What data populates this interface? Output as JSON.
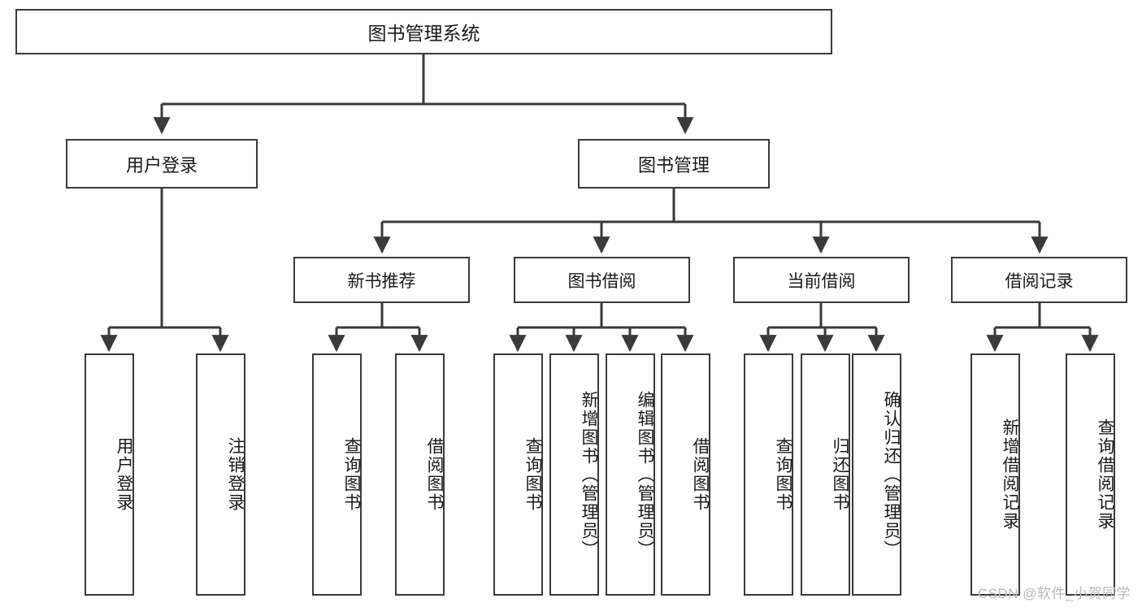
{
  "diagram": {
    "title": "图书管理系统",
    "type": "tree-hierarchy-chart",
    "watermark": "CSDN @软件_小贺同学",
    "colors": {
      "box_border": "#3a3a3a",
      "box_fill": "#ffffff",
      "connector": "#3a3a3a",
      "text": "#1a1a1a",
      "watermark": "#b9b9b9"
    }
  },
  "root": {
    "label": "图书管理系统"
  },
  "level2": [
    {
      "label": "用户登录"
    },
    {
      "label": "图书管理"
    }
  ],
  "level3": [
    {
      "label": "新书推荐"
    },
    {
      "label": "图书借阅"
    },
    {
      "label": "当前借阅"
    },
    {
      "label": "借阅记录"
    }
  ],
  "leaves": {
    "user_login": [
      {
        "label": "用户登录"
      },
      {
        "label": "注销登录"
      }
    ],
    "new_book_recommend": [
      {
        "label": "查询图书"
      },
      {
        "label": "借阅图书"
      }
    ],
    "book_borrow": [
      {
        "label": "查询图书"
      },
      {
        "label": "新增图书（管理员）"
      },
      {
        "label": "编辑图书（管理员）"
      },
      {
        "label": "借阅图书"
      }
    ],
    "current_borrow": [
      {
        "label": "查询图书"
      },
      {
        "label": "归还图书"
      },
      {
        "label": "确认归还（管理员）"
      }
    ],
    "borrow_records": [
      {
        "label": "新增借阅记录"
      },
      {
        "label": "查询借阅记录"
      }
    ]
  }
}
